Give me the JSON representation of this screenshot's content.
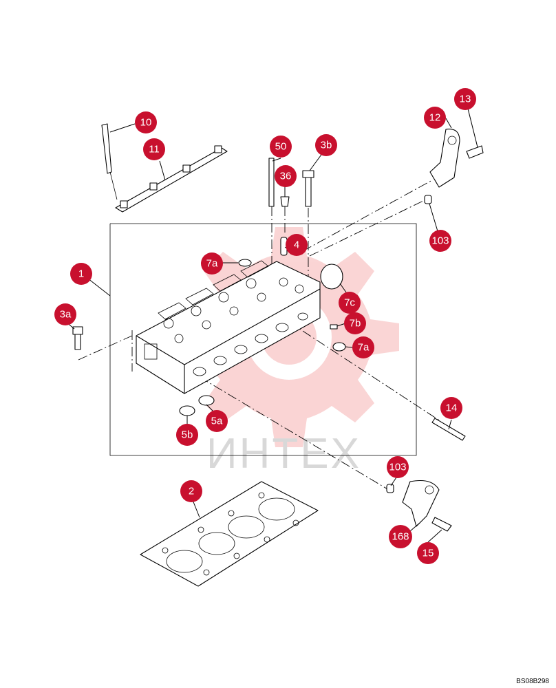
{
  "watermark": {
    "text": "ИНТЕХ",
    "color": "#f6b2b2"
  },
  "accent_color": "#c8102e",
  "document_code": "BS08B298",
  "callouts": [
    {
      "id": "c-1",
      "label": "1"
    },
    {
      "id": "c-2",
      "label": "2"
    },
    {
      "id": "c-3a",
      "label": "3a"
    },
    {
      "id": "c-3b",
      "label": "3b"
    },
    {
      "id": "c-4",
      "label": "4"
    },
    {
      "id": "c-5a",
      "label": "5a"
    },
    {
      "id": "c-5b",
      "label": "5b"
    },
    {
      "id": "c-7a-top",
      "label": "7a"
    },
    {
      "id": "c-7a-side",
      "label": "7a"
    },
    {
      "id": "c-7b",
      "label": "7b"
    },
    {
      "id": "c-7c",
      "label": "7c"
    },
    {
      "id": "c-10",
      "label": "10"
    },
    {
      "id": "c-11",
      "label": "11"
    },
    {
      "id": "c-12",
      "label": "12"
    },
    {
      "id": "c-13",
      "label": "13"
    },
    {
      "id": "c-14",
      "label": "14"
    },
    {
      "id": "c-15",
      "label": "15"
    },
    {
      "id": "c-36",
      "label": "36"
    },
    {
      "id": "c-50",
      "label": "50"
    },
    {
      "id": "c-103-top",
      "label": "103"
    },
    {
      "id": "c-103-bottom",
      "label": "103"
    },
    {
      "id": "c-168",
      "label": "168"
    }
  ]
}
